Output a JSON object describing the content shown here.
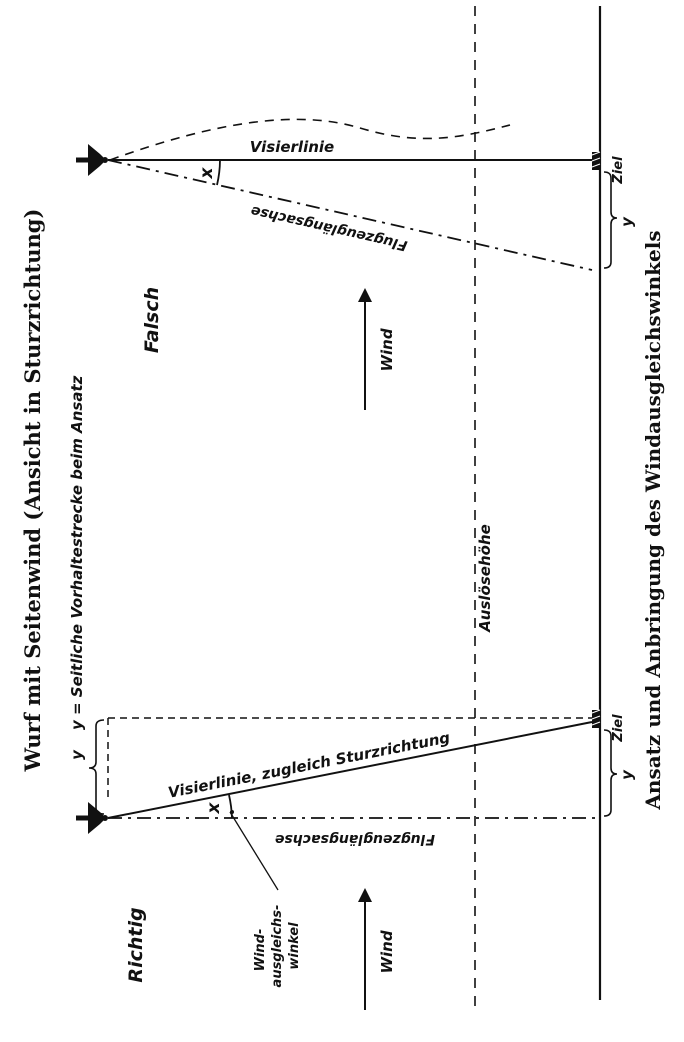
{
  "title": "Wurf mit Seitenwind (Ansicht in Sturzrichtung)",
  "caption": "Ansatz und Anbringung des Windausgleichswinkels",
  "y_definition": "y = Seitliche Vorhaltestrecke beim Ansatz",
  "release_height_label": "Auslösehöhe",
  "correct": {
    "label": "Richtig",
    "wind_label": "Wind",
    "sight_line_label": "Visierlinie, zugleich Sturzrichtung",
    "axis_label": "Flugzeuglängsachse",
    "angle_symbol": "x",
    "angle_label_line1": "Wind-",
    "angle_label_line2": "ausgleichs-",
    "angle_label_line3": "winkel",
    "target_label": "Ziel",
    "offset_symbol": "y",
    "offset_symbol_top": "y"
  },
  "wrong": {
    "label": "Falsch",
    "wind_label": "Wind",
    "sight_line_label": "Visierlinie",
    "axis_label": "Flugzeuglängsachse",
    "angle_symbol": "x",
    "target_label": "Ziel",
    "offset_symbol": "y"
  },
  "colors": {
    "ink": "#111111",
    "paper": "#ffffff"
  },
  "icons": [
    "airplane-icon",
    "target-marker-icon",
    "wind-arrow-icon"
  ]
}
